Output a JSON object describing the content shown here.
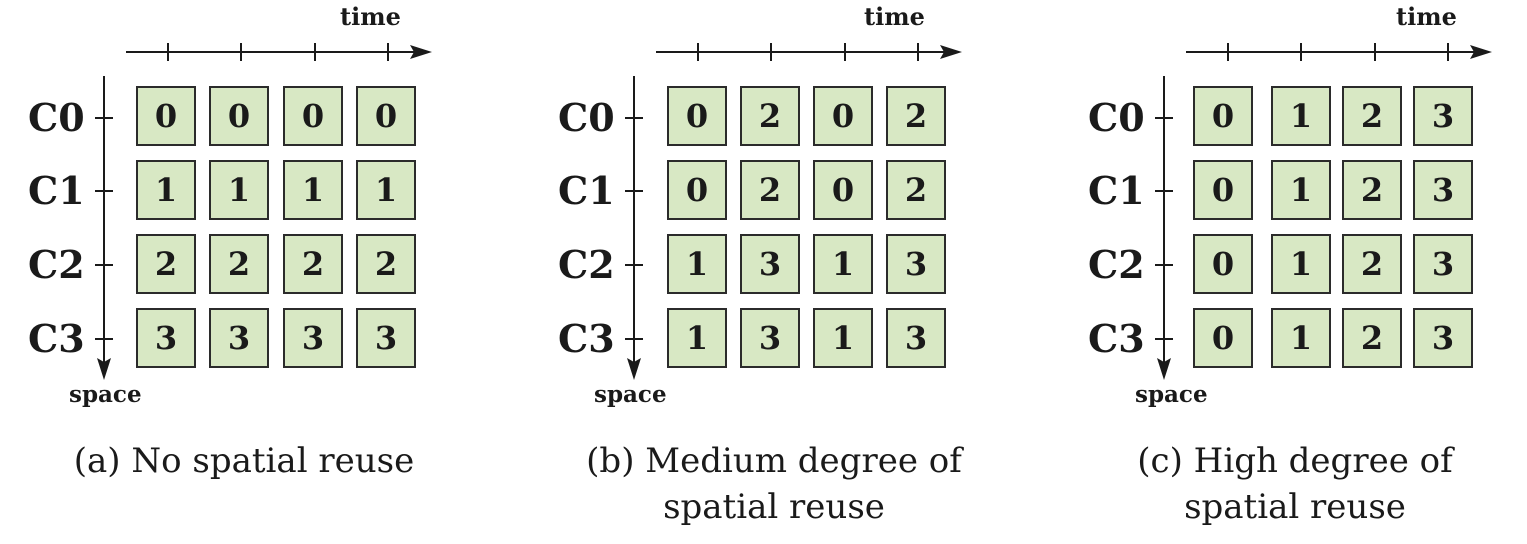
{
  "axis_labels": {
    "time": "time",
    "space": "space"
  },
  "core_labels": [
    "C0",
    "C1",
    "C2",
    "C3"
  ],
  "colors": {
    "cell_fill": "#d8e8c4",
    "cell_border": "#2b2b2b",
    "axis": "#1a1a1a"
  },
  "panels": [
    {
      "caption_line1": "(a) No spatial reuse",
      "caption_line2": "",
      "grid": [
        [
          "0",
          "0",
          "0",
          "0"
        ],
        [
          "1",
          "1",
          "1",
          "1"
        ],
        [
          "2",
          "2",
          "2",
          "2"
        ],
        [
          "3",
          "3",
          "3",
          "3"
        ]
      ]
    },
    {
      "caption_line1": "(b) Medium degree of",
      "caption_line2": "spatial reuse",
      "grid": [
        [
          "0",
          "2",
          "0",
          "2"
        ],
        [
          "0",
          "2",
          "0",
          "2"
        ],
        [
          "1",
          "3",
          "1",
          "3"
        ],
        [
          "1",
          "3",
          "1",
          "3"
        ]
      ]
    },
    {
      "caption_line1": "(c) High degree of",
      "caption_line2": "spatial reuse",
      "grid": [
        [
          "0",
          "1",
          "2",
          "3"
        ],
        [
          "0",
          "1",
          "2",
          "3"
        ],
        [
          "0",
          "1",
          "2",
          "3"
        ],
        [
          "0",
          "1",
          "2",
          "3"
        ]
      ]
    }
  ]
}
